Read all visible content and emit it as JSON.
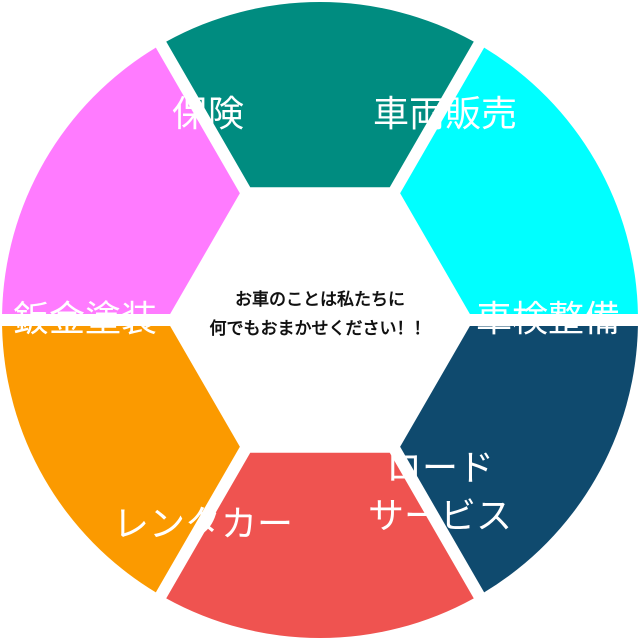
{
  "center": {
    "line1": "お車のことは私たちに",
    "line2": "何でもおまかせください！！"
  },
  "segments": [
    {
      "id": "hoken",
      "label_lines": [
        "保険"
      ],
      "color": "#ff7bff"
    },
    {
      "id": "sharyo-hanbai",
      "label_lines": [
        "車両販売"
      ],
      "color": "#008c80"
    },
    {
      "id": "shaken-seibi",
      "label_lines": [
        "車検整備"
      ],
      "color": "#00ffff"
    },
    {
      "id": "road-service",
      "label_lines": [
        "ロード",
        "サービス"
      ],
      "color": "#0f4a6e"
    },
    {
      "id": "rentacar",
      "label_lines": [
        "レンタカー"
      ],
      "color": "#ef5350"
    },
    {
      "id": "bankin-tosou",
      "label_lines": [
        "鈑金塗装"
      ],
      "color": "#fb9a00"
    }
  ]
}
